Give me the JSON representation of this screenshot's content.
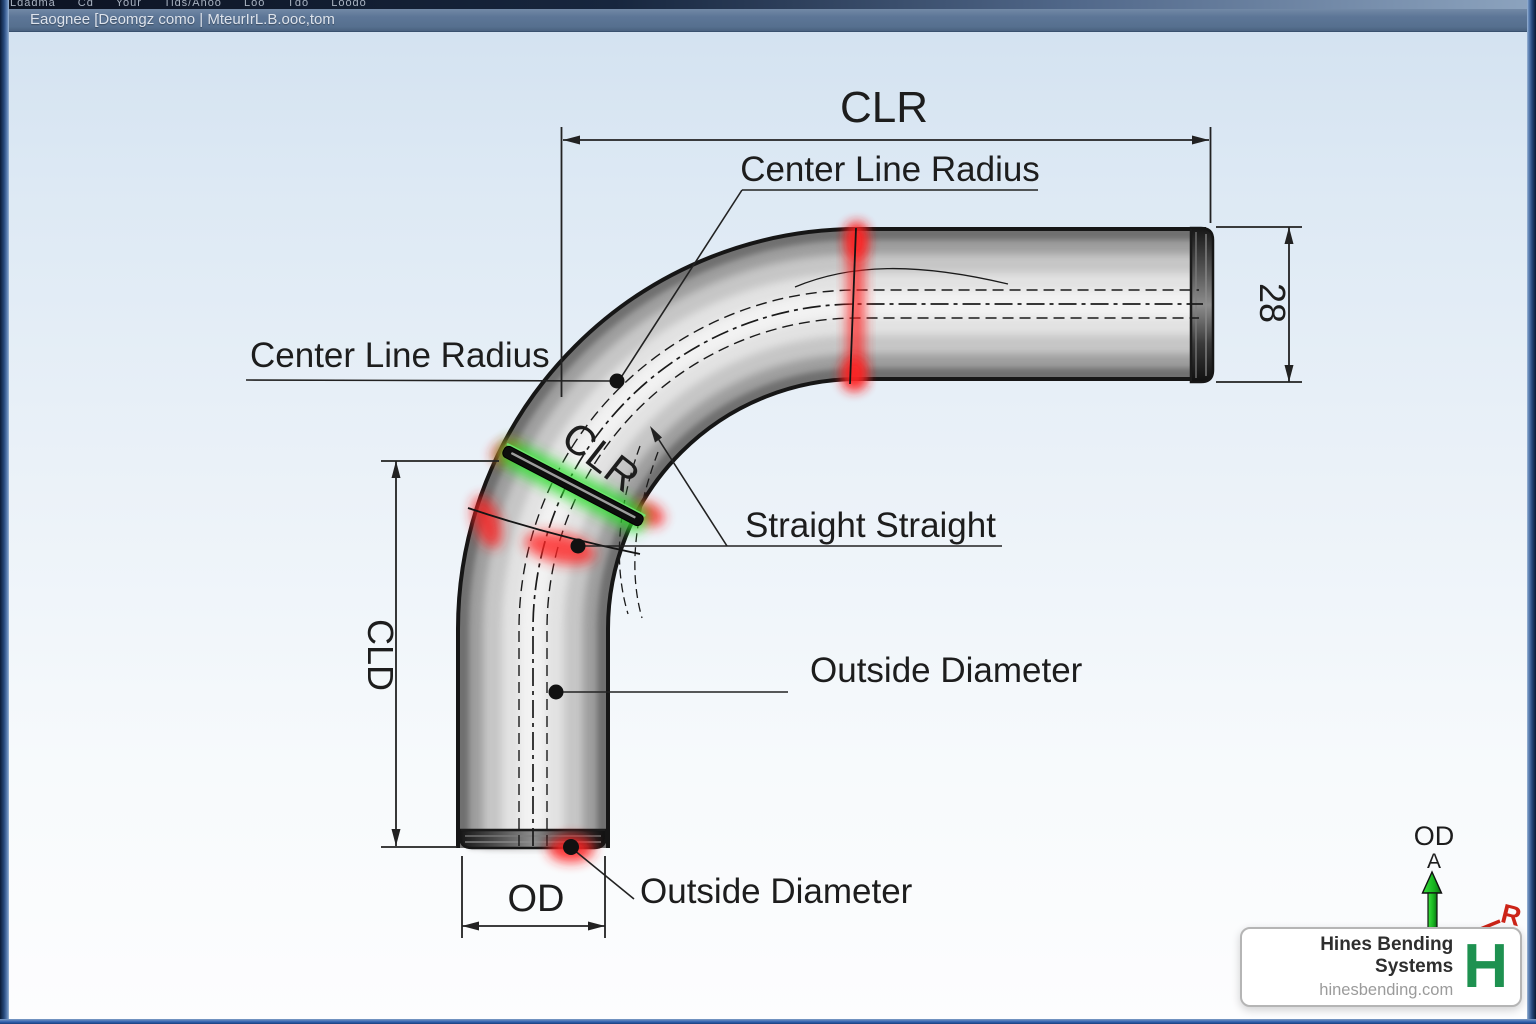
{
  "window": {
    "menu_text": "Ldadma   Cd   Your   Tids/Anoo   Loo   Tdo   Loodo",
    "title": "Eaognee [Deomgz como | MteurIrL.B.ooc,tom"
  },
  "diagram": {
    "clr_dim_label": "CLR",
    "center_line_radius_top": "Center Line Radius",
    "center_line_radius_left": "Center Line Radius",
    "clr_on_pipe": "CLR",
    "straight_label": "Straight Straight",
    "outside_diameter_mid": "Outside Diameter",
    "outside_diameter_bottom": "Outside Diameter",
    "od_dim_label": "OD",
    "cld_dim_label": "CLD",
    "end_diameter_value": "28"
  },
  "axis": {
    "od": "OD",
    "a": "A",
    "r": "R"
  },
  "brand": {
    "company": "Hines Bending Systems",
    "website": "hinesbending.com",
    "logo_letter": "H"
  },
  "colors": {
    "highlight_red": "#ff2222",
    "highlight_green": "#2ed12e",
    "brand_green": "#1e9150",
    "titlebar_blue": "#5d7697",
    "canvas_top": "#d2e1f0"
  }
}
